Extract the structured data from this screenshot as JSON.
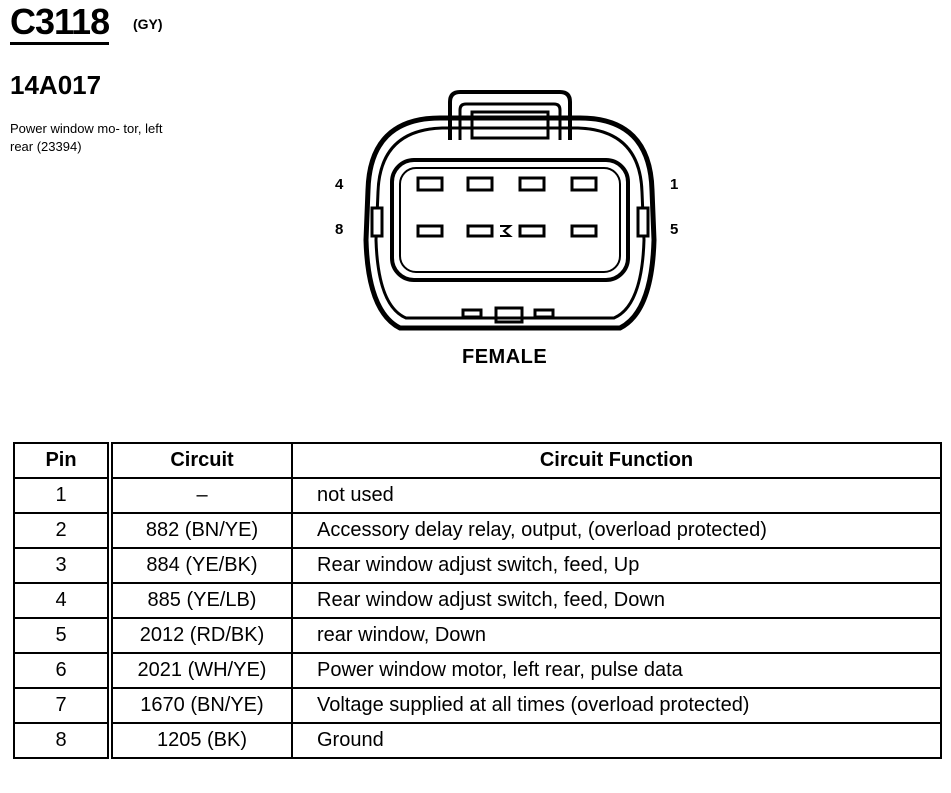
{
  "header": {
    "connector_id": "C3118",
    "connector_color": "(GY)",
    "part_number": "14A017",
    "description": "Power window mo- tor, left rear (23394)"
  },
  "diagram": {
    "labels": {
      "pin4": "4",
      "pin1": "1",
      "pin8": "8",
      "pin5": "5"
    },
    "view": "FEMALE"
  },
  "table": {
    "headers": {
      "pin": "Pin",
      "circuit": "Circuit",
      "function": "Circuit Function"
    },
    "rows": [
      {
        "pin": "1",
        "circuit": "–",
        "function": "not used"
      },
      {
        "pin": "2",
        "circuit": "882 (BN/YE)",
        "function": "Accessory delay relay, output, (overload protected)"
      },
      {
        "pin": "3",
        "circuit": "884 (YE/BK)",
        "function": "Rear window adjust switch, feed, Up"
      },
      {
        "pin": "4",
        "circuit": "885 (YE/LB)",
        "function": "Rear window adjust switch, feed, Down"
      },
      {
        "pin": "5",
        "circuit": "2012 (RD/BK)",
        "function": "rear window, Down"
      },
      {
        "pin": "6",
        "circuit": "2021 (WH/YE)",
        "function": "Power window motor, left rear, pulse data"
      },
      {
        "pin": "7",
        "circuit": "1670 (BN/YE)",
        "function": "Voltage supplied at all times (overload protected)"
      },
      {
        "pin": "8",
        "circuit": "1205 (BK)",
        "function": "Ground"
      }
    ]
  }
}
